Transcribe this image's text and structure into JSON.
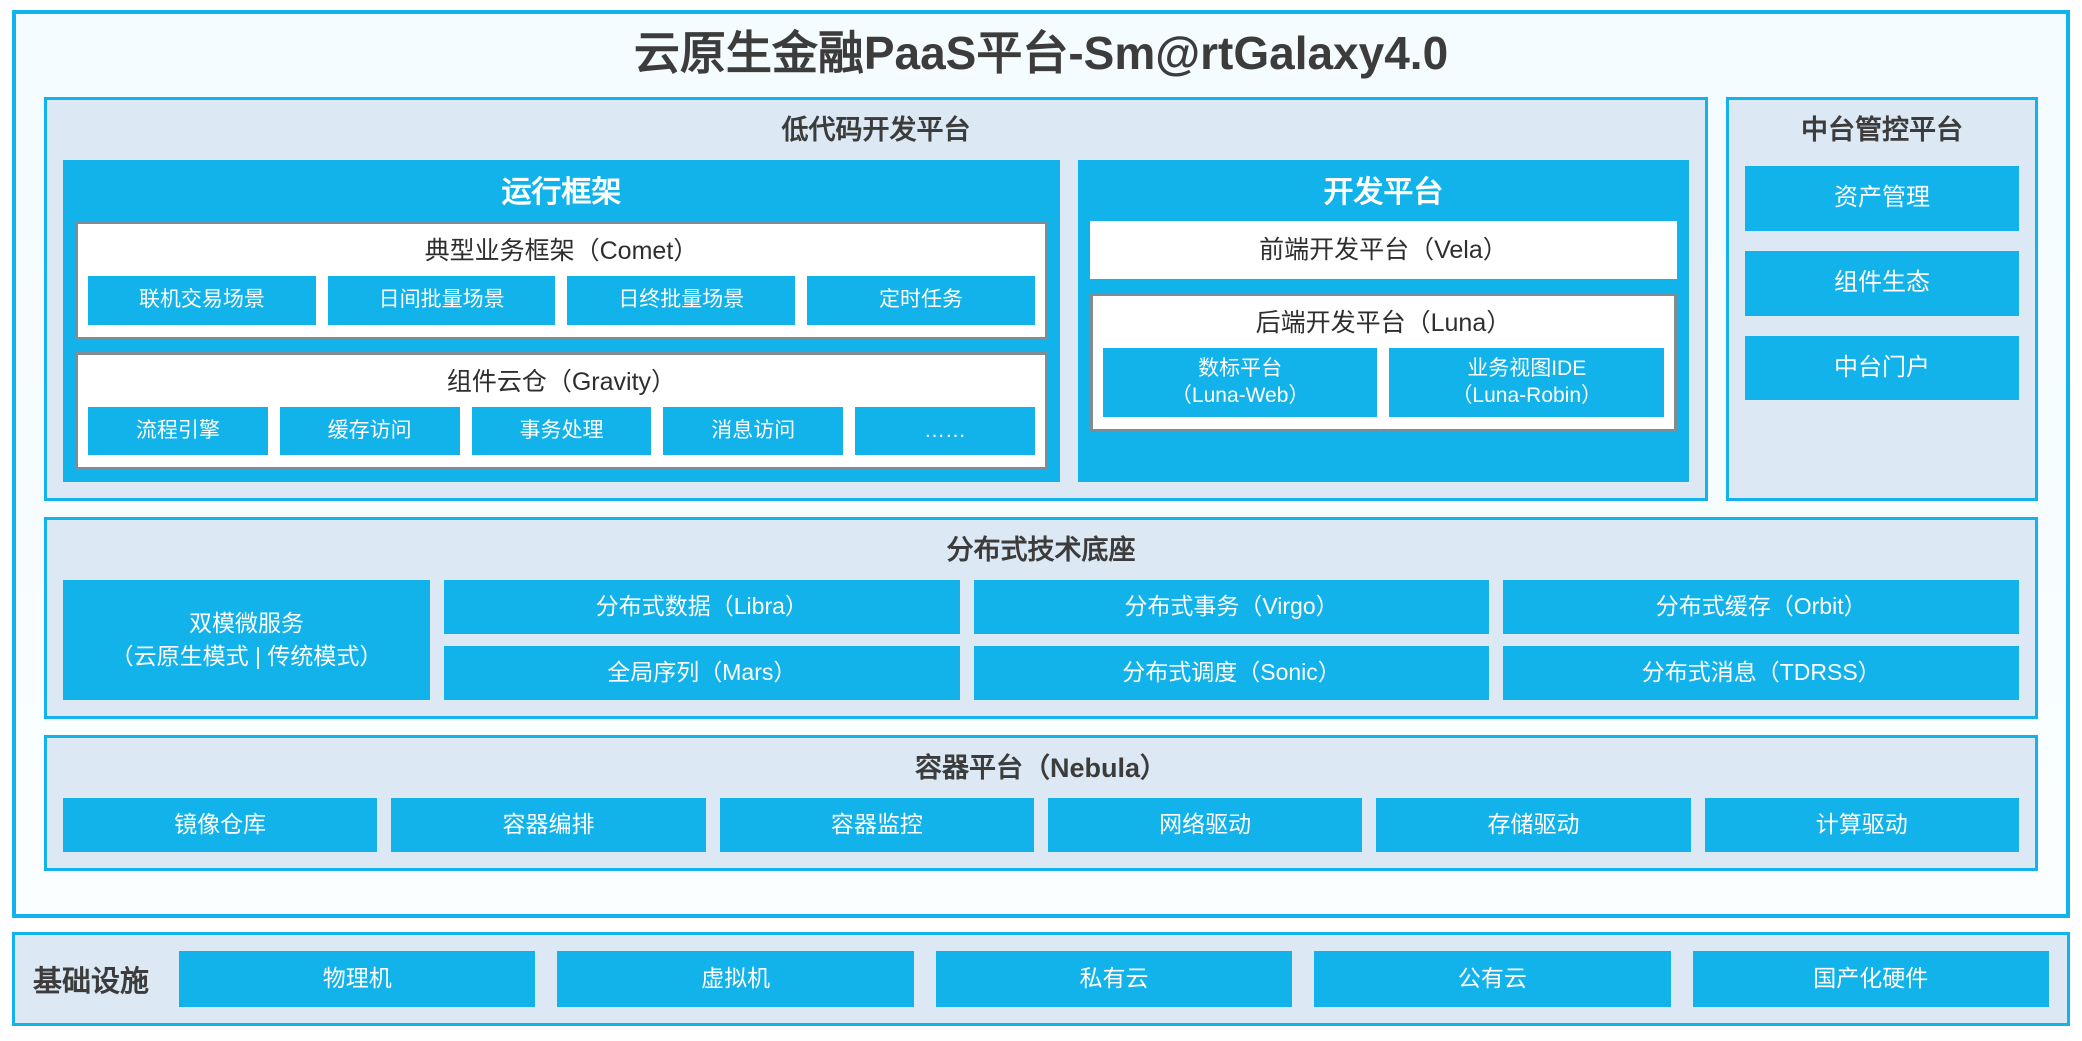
{
  "colors": {
    "accent_blue": "#12b2ea",
    "panel_bg": "#dce9f5",
    "card_bg": "#f6fdff",
    "panel_border_gray": "#7f8b95",
    "text_dark": "#3c3c3c",
    "text_white": "#ffffff"
  },
  "header": {
    "title": "云原生金融PaaS平台-Sm@rtGalaxy4.0"
  },
  "lowcode": {
    "title": "低代码开发平台",
    "runtime": {
      "title": "运行框架",
      "panels": [
        {
          "title": "典型业务框架（Comet）",
          "chips": [
            "联机交易场景",
            "日间批量场景",
            "日终批量场景",
            "定时任务"
          ]
        },
        {
          "title": "组件云仓（Gravity）",
          "chips": [
            "流程引擎",
            "缓存访问",
            "事务处理",
            "消息访问",
            "……"
          ]
        }
      ]
    },
    "devplatform": {
      "title": "开发平台",
      "frontend": {
        "title": "前端开发平台（Vela）"
      },
      "backend": {
        "title": "后端开发平台（Luna）",
        "chips": [
          {
            "line1": "数标平台",
            "line2": "（Luna-Web）"
          },
          {
            "line1": "业务视图IDE",
            "line2": "（Luna-Robin）"
          }
        ]
      }
    }
  },
  "midoffice": {
    "title": "中台管控平台",
    "items": [
      "资产管理",
      "组件生态",
      "中台门户"
    ]
  },
  "distributed": {
    "title": "分布式技术底座",
    "left": {
      "line1": "双模微服务",
      "line2": "（云原生模式 | 传统模式）"
    },
    "columns": [
      [
        "分布式数据（Libra）",
        "全局序列（Mars）"
      ],
      [
        "分布式事务（Virgo）",
        "分布式调度（Sonic）"
      ],
      [
        "分布式缓存（Orbit）",
        "分布式消息（TDRSS）"
      ]
    ]
  },
  "container_platform": {
    "title": "容器平台（Nebula）",
    "items": [
      "镜像仓库",
      "容器编排",
      "容器监控",
      "网络驱动",
      "存储驱动",
      "计算驱动"
    ]
  },
  "infrastructure": {
    "label": "基础设施",
    "items": [
      "物理机",
      "虚拟机",
      "私有云",
      "公有云",
      "国产化硬件"
    ]
  }
}
